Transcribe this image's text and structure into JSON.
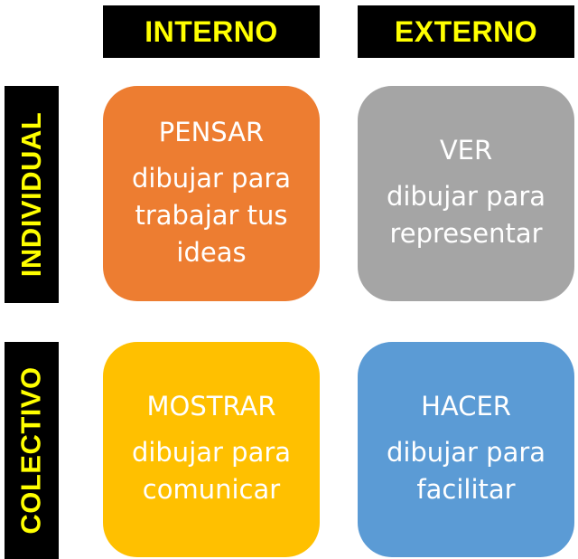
{
  "colors": {
    "header_bg": "#000000",
    "header_text": "#ffff00",
    "card_text": "#ffffff"
  },
  "columns": {
    "internal": "INTERNO",
    "external": "EXTERNO"
  },
  "rows": {
    "individual": "INDIVIDUAL",
    "collective": "COLECTIVO"
  },
  "cards": {
    "think": {
      "title": "PENSAR",
      "description": "dibujar para trabajar tus ideas",
      "color": "#ed7d31"
    },
    "see": {
      "title": "VER",
      "description": "dibujar para representar",
      "color": "#a5a5a5"
    },
    "show": {
      "title": "MOSTRAR",
      "description": "dibujar para comunicar",
      "color": "#ffc000"
    },
    "do": {
      "title": "HACER",
      "description": "dibujar para facilitar",
      "color": "#5b9bd5"
    }
  }
}
